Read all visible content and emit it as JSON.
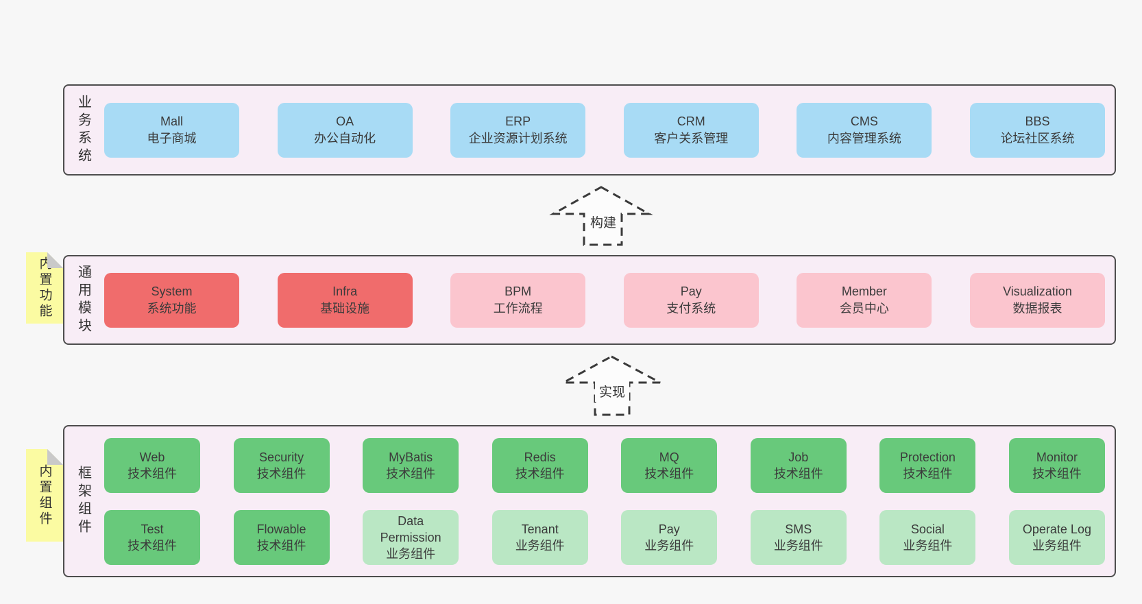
{
  "colors": {
    "page_bg": "#f7f7f7",
    "layer_bg": "#f8edf6",
    "layer_border": "#4d4d4d",
    "blue_box": "#a8dbf5",
    "red_box": "#f06c6c",
    "pink_box": "#fbc5ce",
    "green_dark_box": "#68c97b",
    "green_light_box": "#bae7c4",
    "sticky_yellow": "#fbfba2",
    "fold_gray": "#c9c9c9",
    "text": "#3b3b3b"
  },
  "layers": {
    "business": {
      "label": "业务系统",
      "boxes": [
        {
          "title": "Mall",
          "subtitle": "电子商城"
        },
        {
          "title": "OA",
          "subtitle": "办公自动化"
        },
        {
          "title": "ERP",
          "subtitle": "企业资源计划系统"
        },
        {
          "title": "CRM",
          "subtitle": "客户关系管理"
        },
        {
          "title": "CMS",
          "subtitle": "内容管理系统"
        },
        {
          "title": "BBS",
          "subtitle": "论坛社区系统"
        }
      ]
    },
    "modules": {
      "label": "通用模块",
      "sticky": "内置功能",
      "boxes": [
        {
          "title": "System",
          "subtitle": "系统功能"
        },
        {
          "title": "Infra",
          "subtitle": "基础设施"
        },
        {
          "title": "BPM",
          "subtitle": "工作流程"
        },
        {
          "title": "Pay",
          "subtitle": "支付系统"
        },
        {
          "title": "Member",
          "subtitle": "会员中心"
        },
        {
          "title": "Visualization",
          "subtitle": "数据报表"
        }
      ]
    },
    "components": {
      "label": "框架组件",
      "sticky": "内置组件",
      "row1": [
        {
          "title": "Web",
          "subtitle": "技术组件"
        },
        {
          "title": "Security",
          "subtitle": "技术组件"
        },
        {
          "title": "MyBatis",
          "subtitle": "技术组件"
        },
        {
          "title": "Redis",
          "subtitle": "技术组件"
        },
        {
          "title": "MQ",
          "subtitle": "技术组件"
        },
        {
          "title": "Job",
          "subtitle": "技术组件"
        },
        {
          "title": "Protection",
          "subtitle": "技术组件"
        },
        {
          "title": "Monitor",
          "subtitle": "技术组件"
        }
      ],
      "row2": [
        {
          "title": "Test",
          "subtitle": "技术组件"
        },
        {
          "title": "Flowable",
          "subtitle": "技术组件"
        },
        {
          "title": "Data Permission",
          "subtitle": "业务组件"
        },
        {
          "title": "Tenant",
          "subtitle": "业务组件"
        },
        {
          "title": "Pay",
          "subtitle": "业务组件"
        },
        {
          "title": "SMS",
          "subtitle": "业务组件"
        },
        {
          "title": "Social",
          "subtitle": "业务组件"
        },
        {
          "title": "Operate Log",
          "subtitle": "业务组件"
        }
      ]
    }
  },
  "arrows": {
    "build": "构建",
    "implement": "实现"
  }
}
